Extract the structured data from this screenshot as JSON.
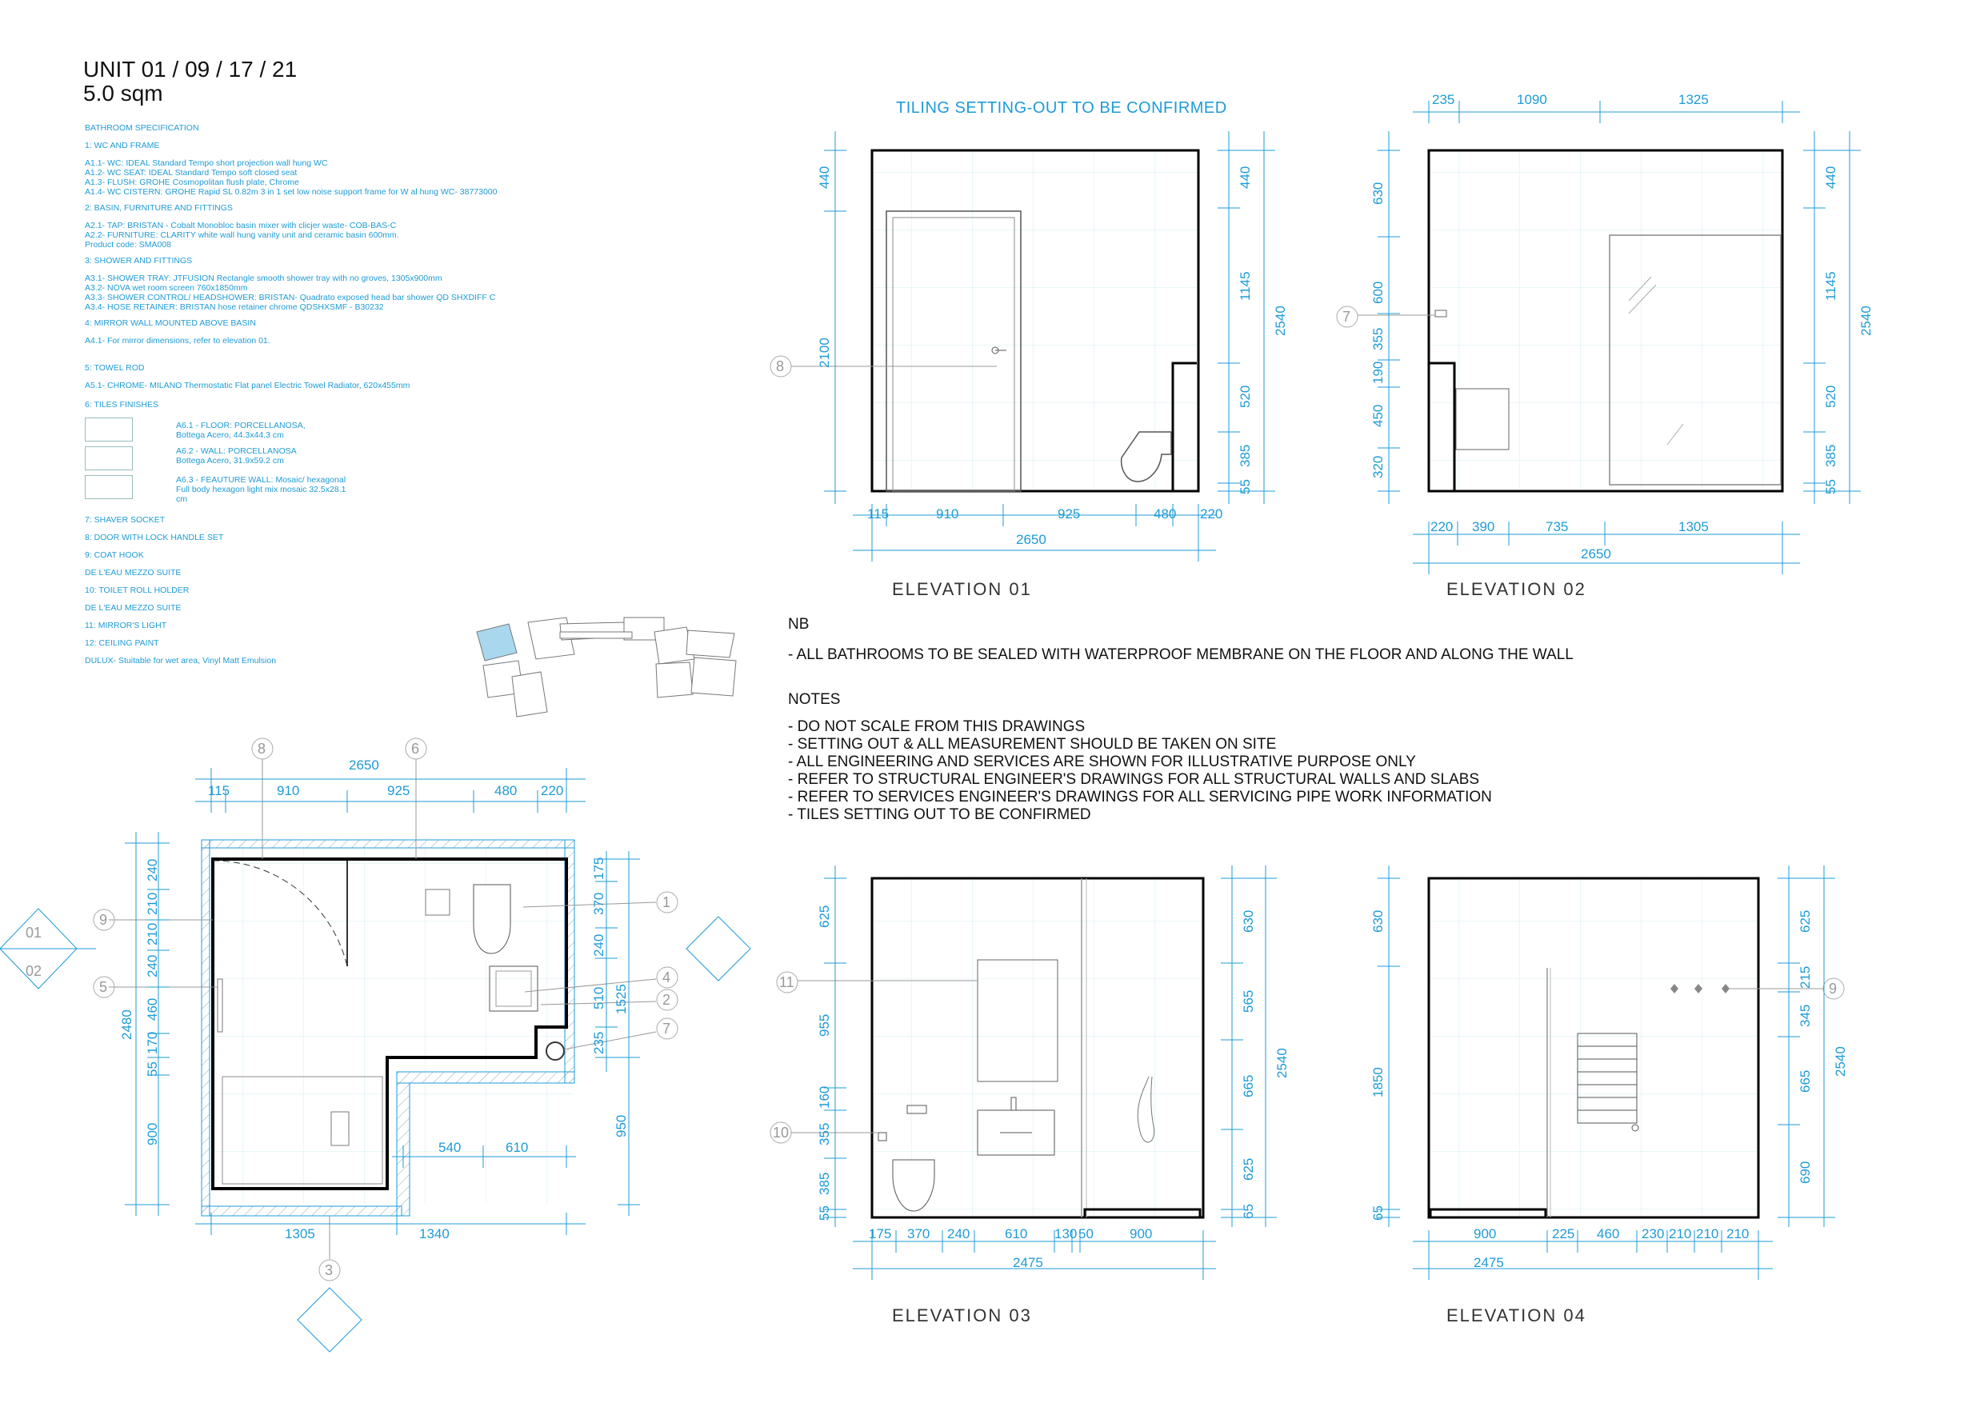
{
  "header": {
    "unit": "UNIT 01 / 09 / 17 / 21",
    "area": "5.0 sqm"
  },
  "spec": {
    "title": "BATHROOM SPECIFICATION",
    "s1": "1: WC AND FRAME",
    "a1": [
      "A1.1- WC: IDEAL Standard Tempo short projection wall hung WC",
      "A1.2- WC SEAT: IDEAL Standard Tempo soft closed seat",
      "A1.3- FLUSH: GROHE Cosmopolitan flush plate, Chrome",
      "A1.4- WC CISTERN: GROHE Rapid SL 0.82m 3 in 1 set low noise support frame for W al hung WC- 38773000"
    ],
    "s2": "2: BASIN, FURNITURE AND FITTINGS",
    "a2": [
      "A2.1- TAP: BRISTAN - Cobalt Monobloc basin mixer with clicjer waste- COB-BAS-C",
      "A2.2- FURNITURE: CLARITY white wall hung vanity unit and ceramic basin 600mm.",
      "Product code: SMA008"
    ],
    "s3": "3: SHOWER AND FITTINGS",
    "a3": [
      "A3.1- SHOWER TRAY: JTFUSION Rectangle smooth shower tray with no groves, 1305x900mm",
      "A3.2- NOVA wet room screen 760x1850mm",
      "A3.3- SHOWER CONTROL/ HEADSHOWER: BRISTAN- Quadrato exposed head bar shower QD SHXDIFF C",
      "A3.4- HOSE RETAINER: BRISTAN hose retainer chrome QDSHXSMF - B30232"
    ],
    "s4": "4: MIRROR WALL MOUNTED ABOVE BASIN",
    "a4": "A4.1- For mirror dimensions, refer to elevation 01.",
    "s5": "5: TOWEL ROD",
    "a5": "A5.1- CHROME- MILANO Thermostatic Flat panel Electric Towel Radiator, 620x455mm",
    "s6": "6: TILES FINISHES",
    "tiles": [
      {
        "l1": "A6.1 - FLOOR: PORCELLANOSA,",
        "l2": "Bottega Acero, 44.3x44.3 cm",
        "l3": ""
      },
      {
        "l1": "A6.2 - WALL: PORCELLANOSA",
        "l2": "Bottega Acero, 31.9x59.2 cm",
        "l3": ""
      },
      {
        "l1": "A6.3 - FEAUTURE WALL: Mosaic/ hexagonal",
        "l2": "Full body hexagon light mix mosaic 32.5x28.1",
        "l3": "cm"
      }
    ],
    "s7": "7: SHAVER SOCKET",
    "s8": "8: DOOR WITH LOCK HANDLE SET",
    "s9": "9: COAT HOOK",
    "s9b": "DE L'EAU MEZZO SUITE",
    "s10": "10: TOILET ROLL HOLDER",
    "s10b": "DE L'EAU MEZZO SUITE",
    "s11": "11: MIRROR'S LIGHT",
    "s12": "12: CEILING PAINT",
    "s12b": "DULUX- Stuitable for wet area, Vinyl Matt Emulsion"
  },
  "tiling_note": "TILING SETTING-OUT TO BE CONFIRMED",
  "nb": {
    "title": "NB",
    "line": "- ALL BATHROOMS TO BE SEALED WITH WATERPROOF MEMBRANE ON THE FLOOR AND ALONG THE WALL"
  },
  "notes": {
    "title": "NOTES",
    "lines": [
      "- DO NOT SCALE FROM THIS DRAWINGS",
      "- SETTING OUT & ALL MEASUREMENT SHOULD BE TAKEN ON SITE",
      "- ALL ENGINEERING AND SERVICES ARE SHOWN FOR ILLUSTRATIVE PURPOSE ONLY",
      "- REFER TO STRUCTURAL ENGINEER'S DRAWINGS FOR ALL STRUCTURAL WALLS AND SLABS",
      "- REFER TO SERVICES ENGINEER'S DRAWINGS FOR ALL SERVICING PIPE WORK INFORMATION",
      "- TILES SETTING OUT TO BE CONFIRMED"
    ]
  },
  "elevations": {
    "e1": "ELEVATION 01",
    "e2": "ELEVATION 02",
    "e3": "ELEVATION 03",
    "e4": "ELEVATION 04"
  },
  "dims": {
    "e1_bottom": [
      "115",
      "910",
      "925",
      "480",
      "220"
    ],
    "e1_total": "2650",
    "e1_left": [
      "440",
      "2100"
    ],
    "e1_right": [
      "440",
      "1145",
      "520",
      "385",
      "55"
    ],
    "e1_right_total": "2540",
    "e2_top": [
      "235",
      "1090",
      "1325"
    ],
    "e2_bottom": [
      "220",
      "390",
      "735",
      "1305"
    ],
    "e2_total": "2650",
    "e2_left": [
      "630",
      "600",
      "355",
      "190",
      "450",
      "320"
    ],
    "e2_right": [
      "440",
      "1145",
      "520",
      "385",
      "55"
    ],
    "e2_right_total": "2540",
    "e3_bottom": [
      "175",
      "370",
      "240",
      "610",
      "130",
      "50",
      "900"
    ],
    "e3_total": "2475",
    "e3_left": [
      "625",
      "955",
      "160",
      "355",
      "385",
      "55"
    ],
    "e3_right": [
      "630",
      "565",
      "665",
      "625",
      "65"
    ],
    "e3_right_total": "2540",
    "e4_bottom": [
      "900",
      "225",
      "460",
      "230",
      "210",
      "210",
      "210"
    ],
    "e4_total": "2475",
    "e4_left": [
      "630",
      "1850",
      "65"
    ],
    "e4_right": [
      "625",
      "215",
      "345",
      "665",
      "690"
    ],
    "e4_right_total": "2540",
    "plan_top": [
      "115",
      "910",
      "925",
      "480",
      "220"
    ],
    "plan_total": "2650",
    "plan_left": [
      "240",
      "210",
      "210",
      "240",
      "460",
      "170",
      "55",
      "900"
    ],
    "plan_left_total": "2480",
    "plan_right": [
      "175",
      "370",
      "240",
      "510",
      "235"
    ],
    "plan_right_total": "1525",
    "plan_right_b": "950",
    "plan_mid": [
      "540",
      "610"
    ],
    "plan_bottom": [
      "1305",
      "1340"
    ]
  },
  "tags": {
    "t1": "1",
    "t2": "2",
    "t3": "3",
    "t4": "4",
    "t5": "5",
    "t6": "6",
    "t7": "7",
    "t8": "8",
    "t9": "9",
    "t10": "10",
    "t11": "11",
    "sec_a": "01",
    "sec_b": "02"
  }
}
